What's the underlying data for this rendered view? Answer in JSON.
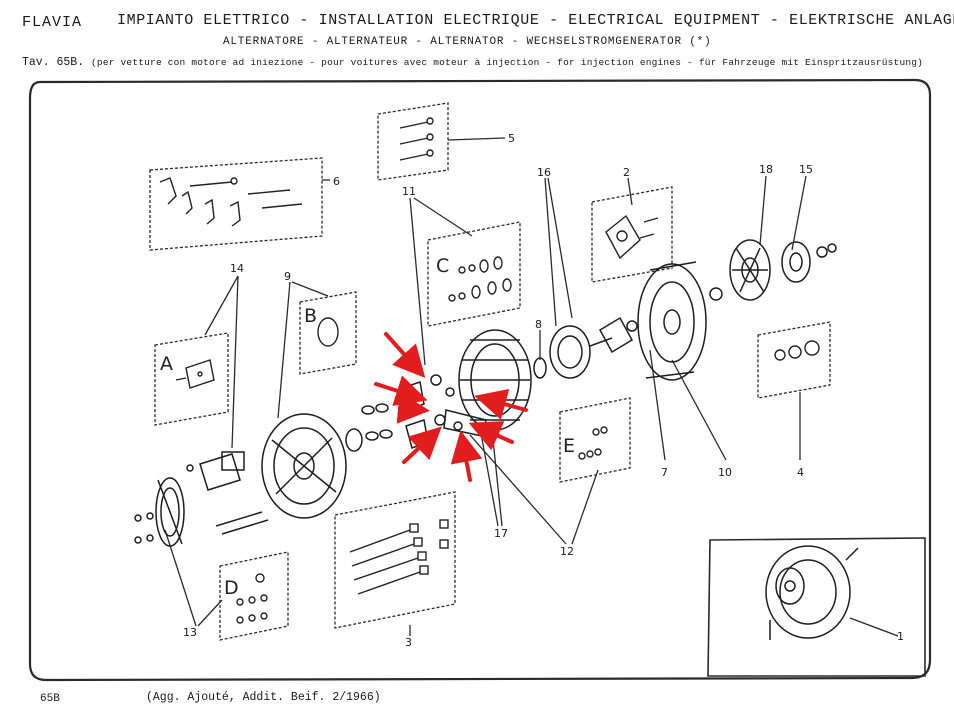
{
  "header": {
    "brand": "FLAVIA",
    "title": "IMPIANTO ELETTRICO - INSTALLATION ELECTRIQUE - ELECTRICAL EQUIPMENT - ELEKTRISCHE ANLAGE",
    "subtitle": "ALTERNATORE - ALTERNATEUR - ALTERNATOR - WECHSELSTROMGENERATOR (*)",
    "table_ref": "Tav. 65B.",
    "table_note": "(per vetture con motore ad iniezione - pour voitures avec moteur à injection - for injection engines - für Fahrzeuge mit Einspritzausrüstung)"
  },
  "footer": {
    "code": "65B",
    "note": "(Agg. Ajouté, Addit. Beif. 2/1966)"
  },
  "part_numbers": [
    "1",
    "2",
    "3",
    "4",
    "5",
    "6",
    "7",
    "8",
    "9",
    "10",
    "11",
    "12",
    "13",
    "14",
    "15",
    "16",
    "17",
    "18"
  ],
  "kit_labels": [
    "A",
    "B",
    "C",
    "D",
    "E"
  ],
  "colors": {
    "arrow": "#e11d1d",
    "ink": "#1f1f1f",
    "paper": "#ffffff"
  }
}
